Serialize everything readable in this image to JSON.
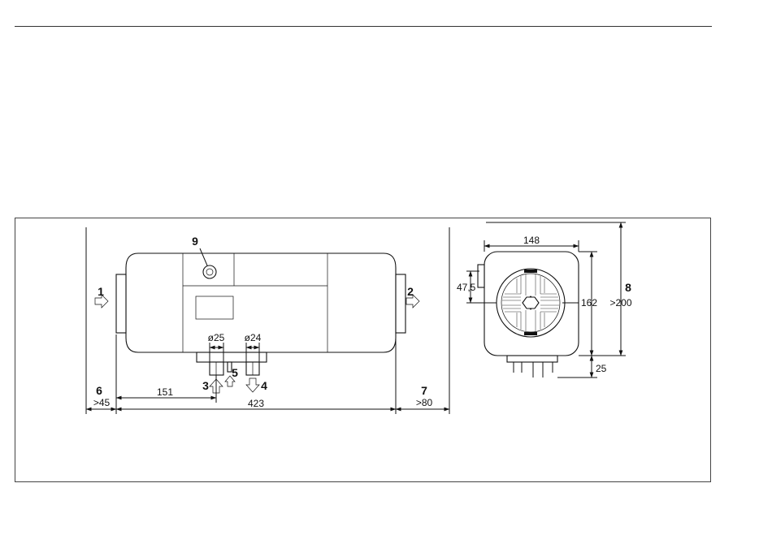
{
  "labels": {
    "inlet": "1",
    "outlet": "2",
    "combustion_air": "3",
    "fuel": "5",
    "exhaust": "4",
    "clearance_inlet": "6",
    "clearance_outlet": "7",
    "clearance_top": "8",
    "sensor": "9"
  },
  "dimensions": {
    "dia_combustion_air": "ø25",
    "dia_exhaust": "ø24",
    "length_to_air_pipe": "151",
    "overall_length": "423",
    "min_inlet_clearance": ">45",
    "min_outlet_clearance": ">80",
    "width": "148",
    "height": "162",
    "min_top_clearance": ">200",
    "offset_side": "47,5",
    "pipe_height": "25"
  }
}
